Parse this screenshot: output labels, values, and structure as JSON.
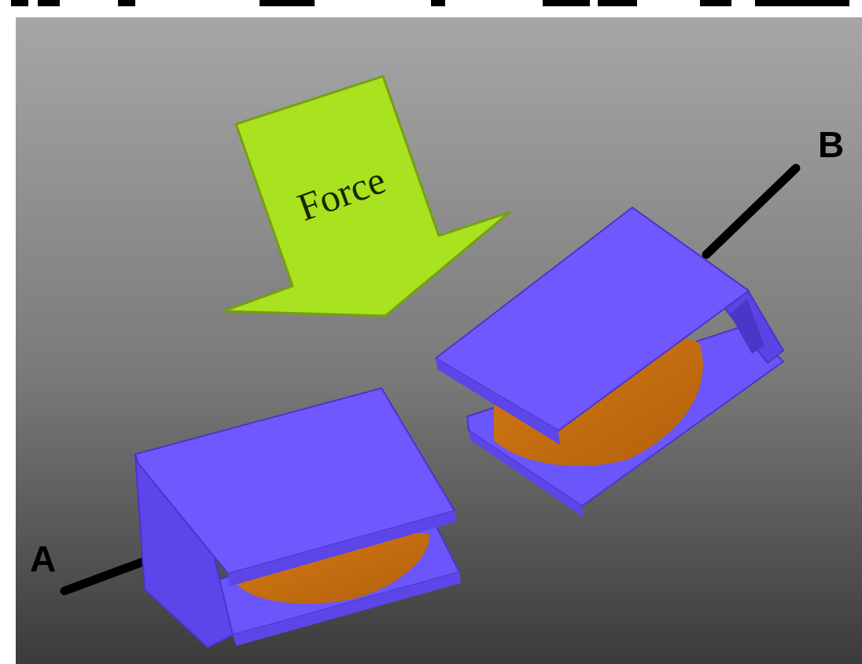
{
  "labels": {
    "force": "Force",
    "electrode_a": "A",
    "electrode_b": "B"
  },
  "colors": {
    "background_top": "#9c9c9c",
    "background_bottom": "#3a3a3a",
    "clip_face": "#6e58ff",
    "clip_side": "#5a44e6",
    "clip_edge": "#4d3ad0",
    "disc": "#c8700f",
    "arrow_fill": "#a8e21c",
    "arrow_stroke": "#6f9a10",
    "wire": "#000000"
  }
}
